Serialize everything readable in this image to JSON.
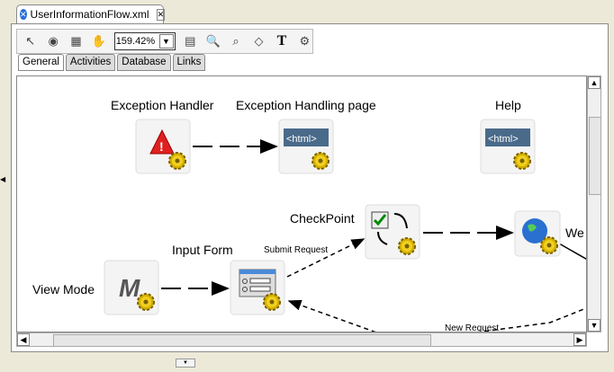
{
  "editor_tab": {
    "title": "UserInformationFlow.xml",
    "icon": "flow-icon",
    "close_icon": "close-icon"
  },
  "toolbar": {
    "zoom_value": "159.42%",
    "tools": [
      "select-icon",
      "eye-icon",
      "grid-icon",
      "hand-icon",
      "zoom-dropdown",
      "fit-page-icon",
      "zoom-in-icon",
      "zoom-region-icon",
      "overview-icon",
      "text-icon",
      "layout-icon"
    ],
    "text_tool": "T"
  },
  "subtabs": [
    "General",
    "Activities",
    "Database",
    "Links"
  ],
  "nodes": {
    "exception_handler": "Exception Handler",
    "exception_page": "Exception Handling page",
    "help": "Help",
    "checkpoint": "CheckPoint",
    "web": "We",
    "view_mode": "View Mode",
    "input_form": "Input Form"
  },
  "html_badge": "<html>",
  "edges": {
    "submit": "Submit Request",
    "new": "New Request"
  }
}
